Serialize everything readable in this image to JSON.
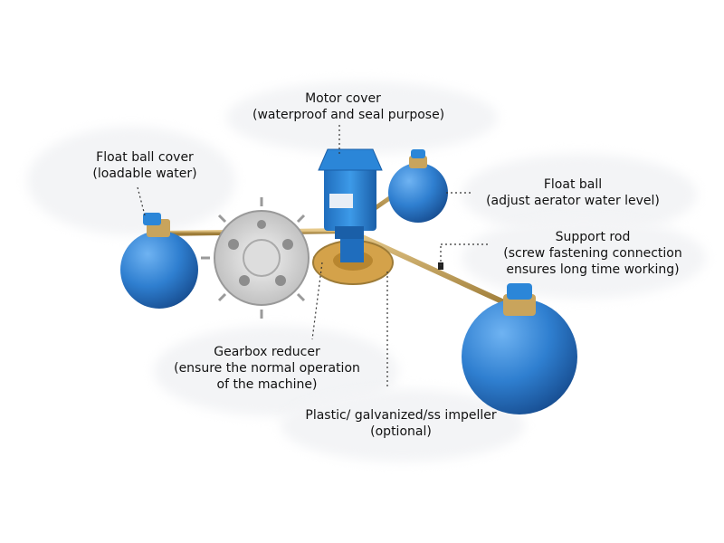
{
  "colors": {
    "float_blue": "#2f7fd0",
    "float_dark": "#1c5ea8",
    "rod_brass": "#c9a45c",
    "motor_blue": "#2b86d8",
    "impeller_silver": "#d8d8d8",
    "gear_gold": "#d4a24a"
  },
  "labels": {
    "motor_cover": {
      "line1": "Motor cover",
      "line2": "(waterproof and seal purpose)"
    },
    "float_ball_cover": {
      "line1": "Float ball cover",
      "line2": "(loadable water)"
    },
    "float_ball": {
      "line1": "Float ball",
      "line2": "(adjust aerator water level)"
    },
    "support_rod": {
      "line1": "Support rod",
      "line2": "(screw fastening connection",
      "line3": "ensures long time working)"
    },
    "gearbox_reducer": {
      "line1": "Gearbox reducer",
      "line2": "(ensure the normal operation",
      "line3": "of the machine)"
    },
    "impeller": {
      "line1": "Plastic/ galvanized/ss impeller",
      "line2": "(optional)"
    }
  }
}
